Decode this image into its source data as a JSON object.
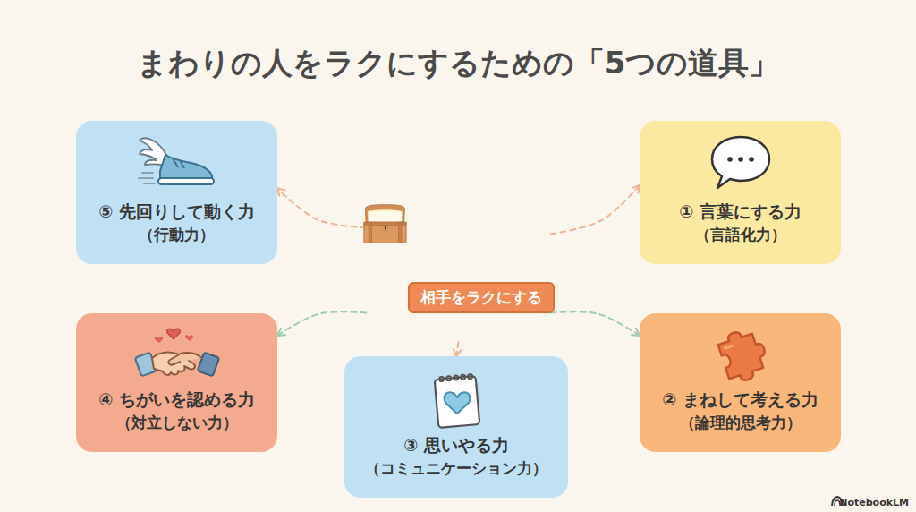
{
  "diagram": {
    "title": "まわりの人をラクにするための「5つの道具」",
    "nodes": [
      {
        "text": [
          "相手をラクにする"
        ]
      },
      {
        "text": [
          "⑤ 先回りして動く力",
          "（行動力）"
        ]
      },
      {
        "text": [
          "① 言葉にする力",
          "（言語化力）"
        ]
      },
      {
        "text": [
          "④ ちがいを認める力",
          "（対立しない力）"
        ]
      },
      {
        "text": [
          "② まねして考える力",
          "（論理的思考力）"
        ]
      },
      {
        "text": [
          "③ 思いやる力",
          "（コミュニケーション力）"
        ]
      }
    ],
    "edges": [
      {
        "from": 0,
        "to": 1,
        "arrow": "to"
      },
      {
        "from": 0,
        "to": 2,
        "arrow": "to"
      },
      {
        "from": 0,
        "to": 3,
        "arrow": "to"
      },
      {
        "from": 0,
        "to": 4,
        "arrow": "to"
      },
      {
        "from": 0,
        "to": 5,
        "arrow": "to"
      }
    ],
    "labels": [
      "NotebookLM"
    ]
  }
}
